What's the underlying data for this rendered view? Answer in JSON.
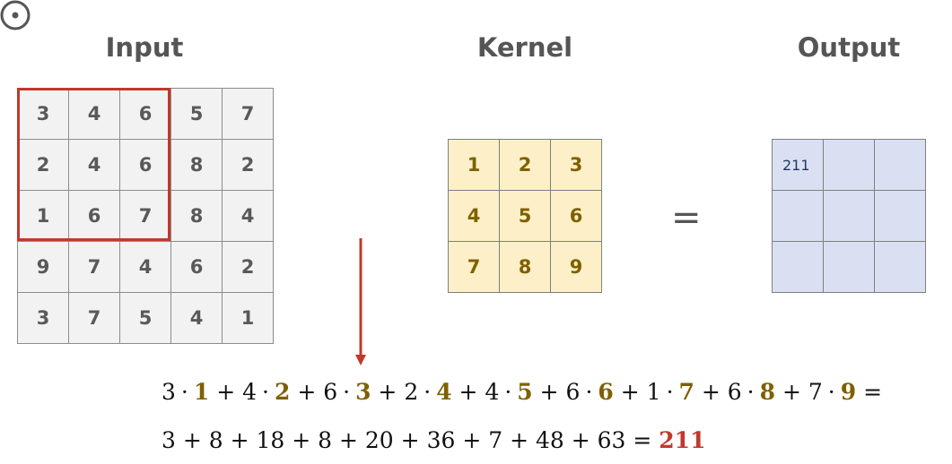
{
  "titles": {
    "input": "Input",
    "kernel": "Kernel",
    "output": "Output"
  },
  "input": [
    [
      3,
      4,
      6,
      5,
      7
    ],
    [
      2,
      4,
      6,
      8,
      2
    ],
    [
      1,
      6,
      7,
      8,
      4
    ],
    [
      9,
      7,
      4,
      6,
      2
    ],
    [
      3,
      7,
      5,
      4,
      1
    ]
  ],
  "kernel": [
    [
      1,
      2,
      3
    ],
    [
      4,
      5,
      6
    ],
    [
      7,
      8,
      9
    ]
  ],
  "output": [
    [
      "211",
      "",
      ""
    ],
    [
      "",
      "",
      ""
    ],
    [
      "",
      "",
      ""
    ]
  ],
  "operators": {
    "hadamard": "⊙",
    "equals": "="
  },
  "equation": {
    "products": [
      [
        3,
        1
      ],
      [
        4,
        2
      ],
      [
        6,
        3
      ],
      [
        2,
        4
      ],
      [
        4,
        5
      ],
      [
        6,
        6
      ],
      [
        1,
        7
      ],
      [
        6,
        8
      ],
      [
        7,
        9
      ]
    ],
    "sums": [
      3,
      8,
      18,
      8,
      20,
      36,
      7,
      48,
      63
    ],
    "result": "211"
  },
  "colors": {
    "window": "#c0392b",
    "input_fill": "#f2f2f2",
    "kernel_fill": "#fdf0c8",
    "kernel_text": "#7f6000",
    "output_fill": "#dae0f2",
    "result": "#c0392b"
  }
}
